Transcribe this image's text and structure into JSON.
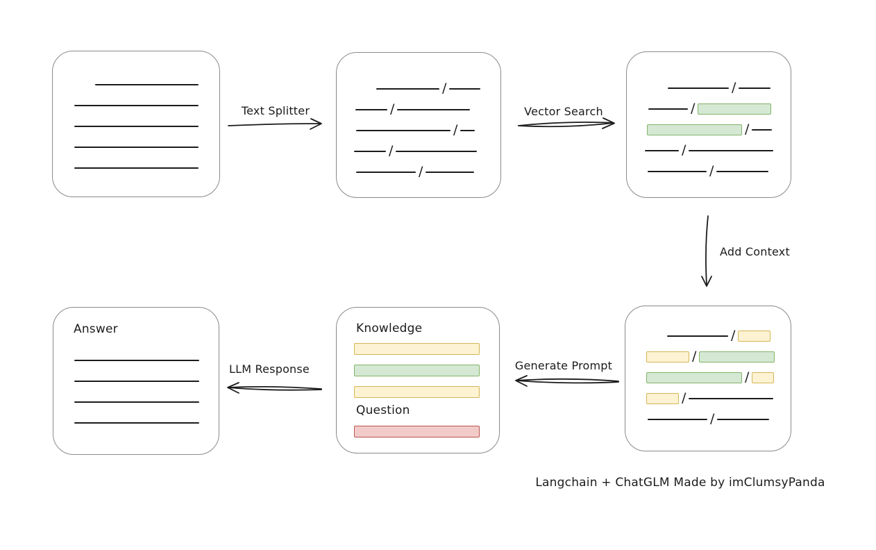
{
  "caption": "Langchain + ChatGLM Made by imClumsyPanda",
  "colors": {
    "line": "#1b1b1b",
    "box_border": "#8a8a8a",
    "green_fill": "#d5e8d4",
    "green_border": "#82b366",
    "yellow_fill": "#fdf2d2",
    "yellow_border": "#d6b656",
    "red_fill": "#f2cbc9",
    "red_border": "#b85450"
  },
  "arrows": {
    "text_splitter": {
      "label": "Text Splitter",
      "direction": "right"
    },
    "vector_search": {
      "label": "Vector Search",
      "direction": "right"
    },
    "add_context": {
      "label": "Add Context",
      "direction": "down"
    },
    "generate_prompt": {
      "label": "Generate Prompt",
      "direction": "left"
    },
    "llm_response": {
      "label": "LLM Response",
      "direction": "left"
    }
  },
  "boxes": {
    "document": {
      "lines": [
        {
          "indent": 61,
          "w": 149
        },
        {
          "indent": 31,
          "w": 179
        },
        {
          "indent": 31,
          "w": 179
        },
        {
          "indent": 31,
          "w": 179
        },
        {
          "indent": 31,
          "w": 179
        }
      ]
    },
    "chunks": {
      "rows": [
        {
          "indent": 57,
          "segments": [
            {
              "kind": "line",
              "w": 91
            },
            {
              "kind": "line",
              "w": 45
            }
          ]
        },
        {
          "indent": 27,
          "segments": [
            {
              "kind": "line",
              "w": 46
            },
            {
              "kind": "line",
              "w": 105
            }
          ]
        },
        {
          "indent": 28,
          "segments": [
            {
              "kind": "line",
              "w": 136
            },
            {
              "kind": "line",
              "w": 21
            }
          ]
        },
        {
          "indent": 25,
          "segments": [
            {
              "kind": "line",
              "w": 46
            },
            {
              "kind": "line",
              "w": 117
            }
          ]
        },
        {
          "indent": 28,
          "segments": [
            {
              "kind": "line",
              "w": 86
            },
            {
              "kind": "line",
              "w": 70
            }
          ]
        }
      ]
    },
    "matched": {
      "rows": [
        {
          "indent": 59,
          "segments": [
            {
              "kind": "line",
              "w": 88
            },
            {
              "kind": "line",
              "w": 46
            }
          ]
        },
        {
          "indent": 31,
          "segments": [
            {
              "kind": "line",
              "w": 57
            },
            {
              "kind": "green",
              "w": 106
            }
          ]
        },
        {
          "indent": 29,
          "segments": [
            {
              "kind": "green",
              "w": 137
            },
            {
              "kind": "line",
              "w": 29
            }
          ]
        },
        {
          "indent": 26,
          "segments": [
            {
              "kind": "line",
              "w": 49
            },
            {
              "kind": "line",
              "w": 122
            }
          ]
        },
        {
          "indent": 30,
          "segments": [
            {
              "kind": "line",
              "w": 85
            },
            {
              "kind": "line",
              "w": 75
            }
          ]
        }
      ]
    },
    "context": {
      "rows": [
        {
          "indent": 60,
          "segments": [
            {
              "kind": "line",
              "w": 88
            },
            {
              "kind": "yellow",
              "w": 47
            }
          ]
        },
        {
          "indent": 30,
          "segments": [
            {
              "kind": "yellow",
              "w": 62
            },
            {
              "kind": "green",
              "w": 109
            }
          ]
        },
        {
          "indent": 30,
          "segments": [
            {
              "kind": "green",
              "w": 138
            },
            {
              "kind": "yellow",
              "w": 32
            }
          ]
        },
        {
          "indent": 30,
          "segments": [
            {
              "kind": "yellow",
              "w": 47
            },
            {
              "kind": "line",
              "w": 122
            }
          ]
        },
        {
          "indent": 32,
          "segments": [
            {
              "kind": "line",
              "w": 86
            },
            {
              "kind": "line",
              "w": 75
            }
          ]
        }
      ]
    },
    "prompt": {
      "knowledge_label": "Knowledge",
      "question_label": "Question",
      "knowledge_bars": [
        "yellow",
        "green",
        "yellow"
      ],
      "question_bars": [
        "red"
      ]
    },
    "answer": {
      "label": "Answer",
      "lines": [
        {
          "indent": 30,
          "w": 180
        },
        {
          "indent": 30,
          "w": 180
        },
        {
          "indent": 30,
          "w": 180
        },
        {
          "indent": 30,
          "w": 180
        }
      ]
    }
  }
}
